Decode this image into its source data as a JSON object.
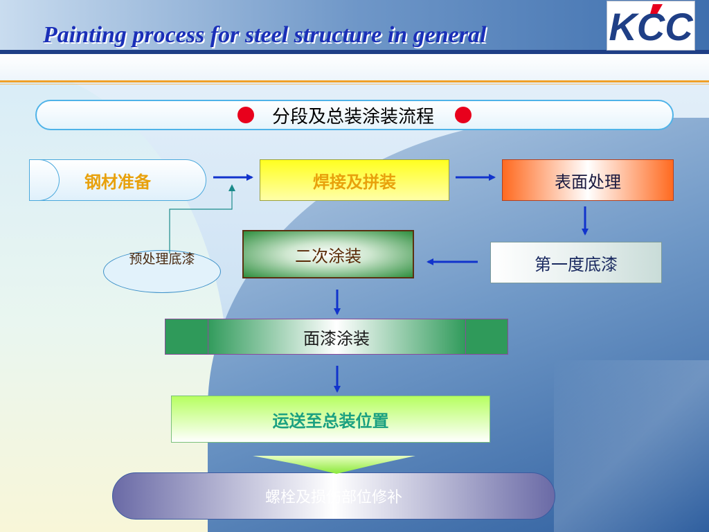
{
  "header": {
    "title": "Painting process for steel structure in general",
    "logo_text": "KCC",
    "colors": {
      "title": "#1a2fb8",
      "band_navy": "#1f3f86",
      "accent_orange": "#f0a028"
    }
  },
  "banner": {
    "text": "分段及总装涂装流程",
    "dot_color": "#e8001c"
  },
  "steps": {
    "steel_prep": "钢材准备",
    "welding_assembly": "焊接及拼装",
    "surface_treatment": "表面处理",
    "first_primer": "第一度底漆",
    "second_coating": "二次涂装",
    "topcoat": "面漆涂装",
    "transport": "运送至总装位置",
    "bolt_repair": "螺栓及损伤部位修补"
  },
  "side_note": "预处理底漆",
  "connector_color": "#1133cc"
}
